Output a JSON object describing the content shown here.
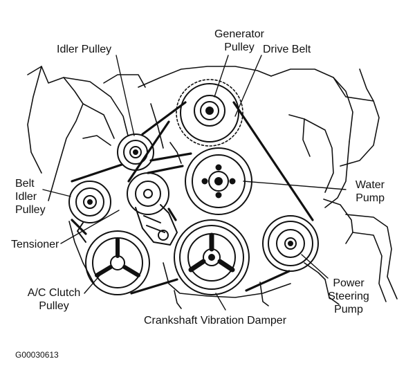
{
  "labels": {
    "idler_pulley": "Idler Pulley",
    "generator_pulley": [
      "Generator",
      "Pulley"
    ],
    "drive_belt": "Drive Belt",
    "belt_idler_pulley": [
      "Belt",
      "Idler",
      "Pulley"
    ],
    "water_pump": [
      "Water",
      "Pump"
    ],
    "tensioner": "Tensioner",
    "ac_clutch_pulley": [
      "A/C Clutch",
      "Pulley"
    ],
    "power_steering_pump": [
      "Power",
      "Steering",
      "Pump"
    ],
    "crankshaft_damper": "Crankshaft Vibration Damper",
    "figure_code": "G00030613"
  },
  "colors": {
    "ink": "#111111",
    "background": "#ffffff"
  }
}
